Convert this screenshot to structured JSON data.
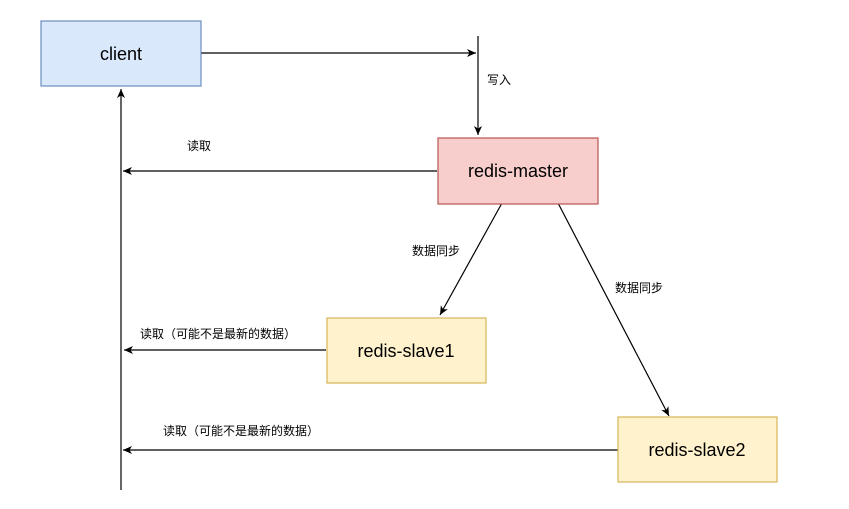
{
  "nodes": {
    "client": {
      "label": "client",
      "fill": "#dae8fc",
      "stroke": "#6c8ebf"
    },
    "master": {
      "label": "redis-master",
      "fill": "#f8cecc",
      "stroke": "#b85450"
    },
    "slave1": {
      "label": "redis-slave1",
      "fill": "#fff2cc",
      "stroke": "#d6b656"
    },
    "slave2": {
      "label": "redis-slave2",
      "fill": "#fff2cc",
      "stroke": "#d6b656"
    }
  },
  "edges": {
    "write": "写入",
    "read_master": "读取",
    "sync_slave1": "数据同步",
    "sync_slave2": "数据同步",
    "read_slave1": "读取（可能不是最新的数据）",
    "read_slave2": "读取（可能不是最新的数据）"
  }
}
